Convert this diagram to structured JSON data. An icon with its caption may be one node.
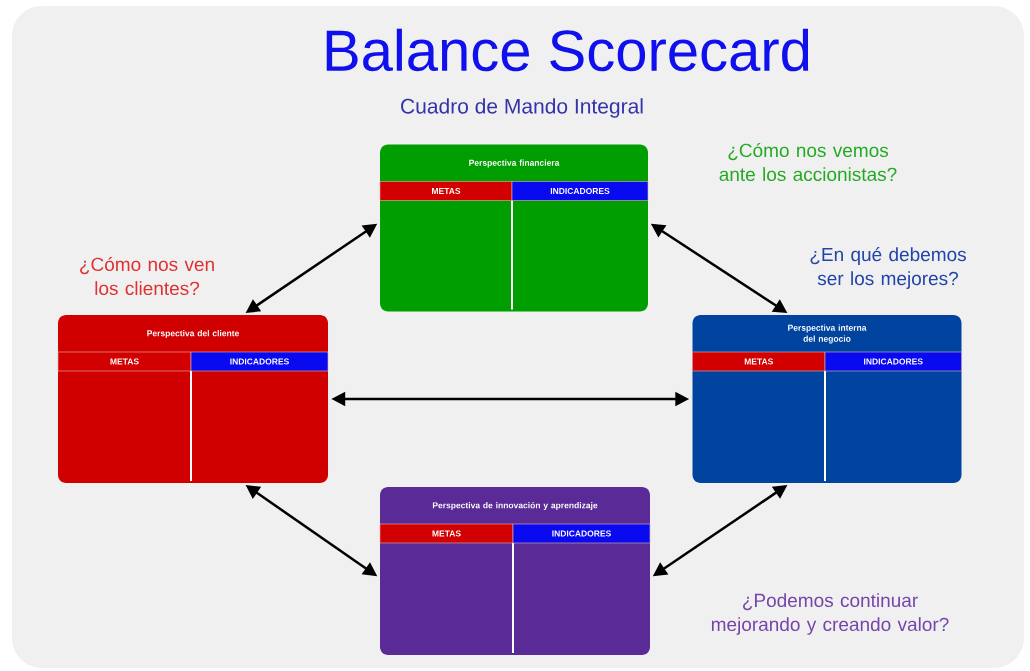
{
  "diagram": {
    "title": "Balance Scorecard",
    "nodes": [
      {
        "text": [
          "Perspectiva financiera",
          "METAS",
          "INDICADORES"
        ],
        "beside": [
          "¿Cómo nos vemos ante los accionistas?"
        ]
      },
      {
        "text": [
          "Perspectiva del cliente",
          "METAS",
          "INDICADORES"
        ],
        "beside": [
          "¿Cómo nos ven los clientes?"
        ]
      },
      {
        "text": [
          "Perspectiva interna del negocio",
          "METAS",
          "INDICADORES"
        ],
        "beside": [
          "¿En qué debemos ser los mejores?"
        ]
      },
      {
        "text": [
          "Perspectiva de innovación y aprendizaje",
          "METAS",
          "INDICADORES"
        ],
        "beside": [
          "¿Podemos continuar mejorando y creando valor?"
        ]
      }
    ],
    "edges": [
      {
        "from": 0,
        "to": 1,
        "arrow": "both"
      },
      {
        "from": 0,
        "to": 2,
        "arrow": "both"
      },
      {
        "from": 1,
        "to": 2,
        "arrow": "both"
      },
      {
        "from": 1,
        "to": 3,
        "arrow": "both"
      },
      {
        "from": 2,
        "to": 3,
        "arrow": "both"
      }
    ],
    "labels": [
      "Cuadro de Mando Integral"
    ]
  }
}
